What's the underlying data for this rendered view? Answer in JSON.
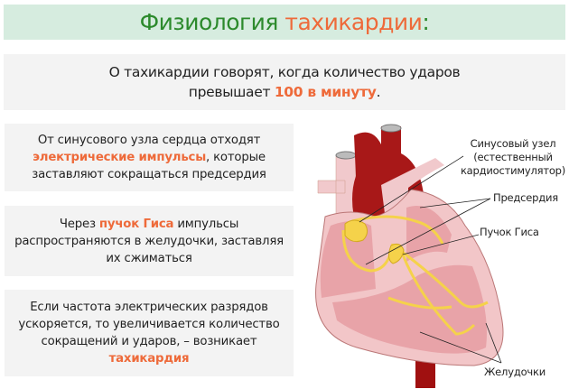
{
  "title": {
    "part1": "Физиология ",
    "part2": "тахикардии",
    "part3": ":"
  },
  "intro": {
    "line1": "О тахикардии говорят, когда количество ударов",
    "line2_pre": "превышает ",
    "line2_hl": "100 в минуту",
    "line2_post": "."
  },
  "boxes": [
    {
      "pre": "От синусового узла сердца отходят ",
      "hl": "электрические импульсы",
      "post": ", которые заставляют сокращаться предсердия"
    },
    {
      "pre": "Через ",
      "hl": "пучок Гиса",
      "post": " импульсы распространяются в желудочки, заставляя их сжиматься"
    },
    {
      "pre": "Если частота электрических разрядов ускоряется, то увеличивается количество сокращений и ударов, – возникает ",
      "hl": "тахикардия",
      "post": ""
    }
  ],
  "diagram": {
    "labels": {
      "sinus_node": "Синусовый узел",
      "sinus_note1": "(естественный",
      "sinus_note2": "кардиостимулятор)",
      "atria": "Предсердия",
      "his_bundle": "Пучок Гиса",
      "ventricles": "Желудочки"
    },
    "colors": {
      "vessel": "#a01010",
      "heart": "#e8a3a8",
      "heart_light": "#f5d3d3",
      "conduction": "#f5d24a"
    }
  }
}
